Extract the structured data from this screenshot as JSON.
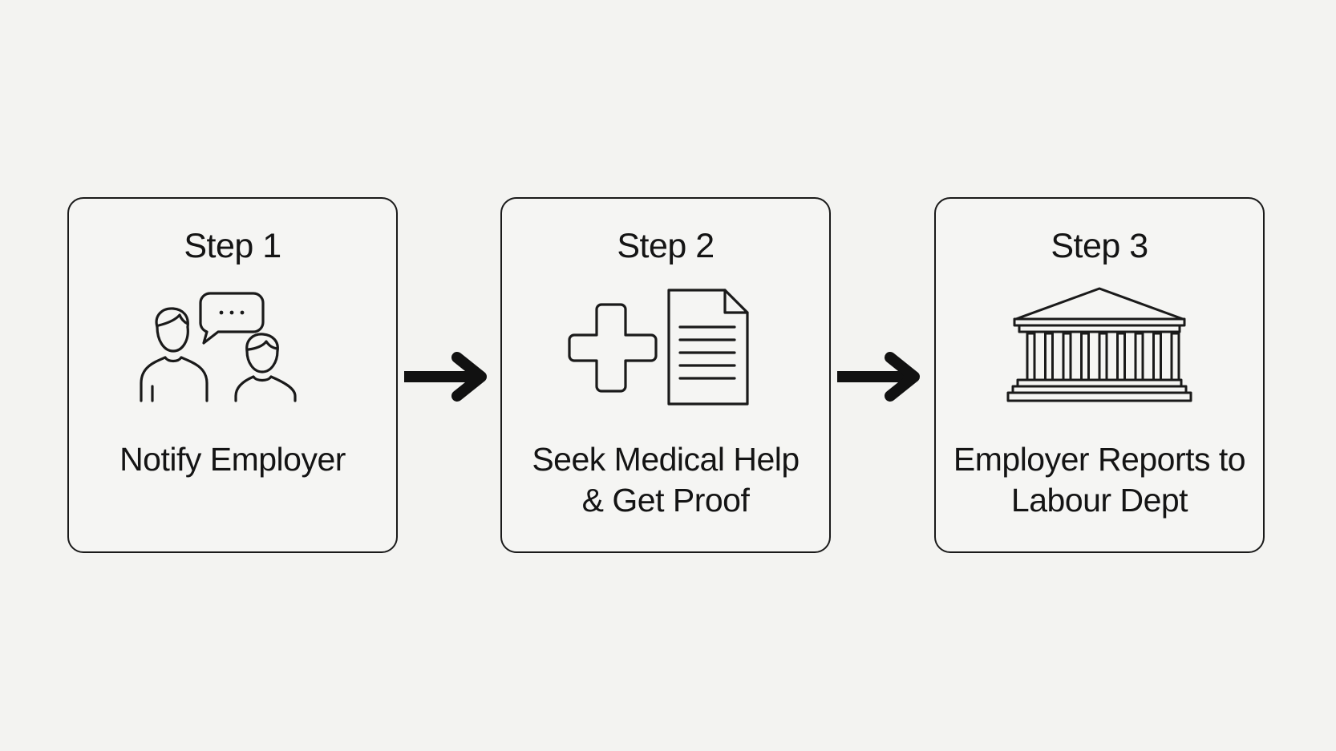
{
  "steps": [
    {
      "title": "Step 1",
      "label": "Notify Employer",
      "icon": "people-conversation-icon"
    },
    {
      "title": "Step 2",
      "label": "Seek Medical Help & Get Proof",
      "icon": "medical-document-icon"
    },
    {
      "title": "Step 3",
      "label": "Employer Reports to Labour Dept",
      "icon": "government-building-icon"
    }
  ],
  "colors": {
    "background": "#f3f3f1",
    "stroke": "#1a1a1a"
  }
}
